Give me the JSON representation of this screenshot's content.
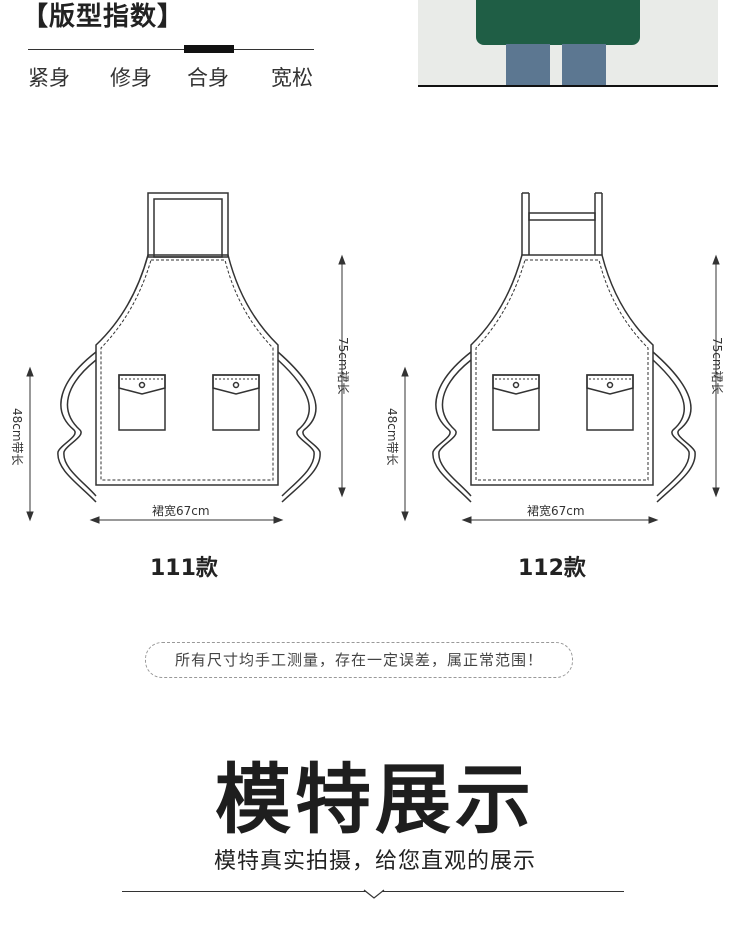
{
  "fit_index": {
    "title": "【版型指数】",
    "options": [
      "紧身",
      "修身",
      "合身",
      "宽松"
    ],
    "selected": "合身"
  },
  "diagrams": [
    {
      "style": "111款",
      "strap_type": "full-neck-loop",
      "length_label": "75cm裙长",
      "tie_label": "48cm带长",
      "width_label": "裙宽67cm"
    },
    {
      "style": "112款",
      "strap_type": "adjustable-neck-strap",
      "length_label": "75cm裙长",
      "tie_label": "48cm带长",
      "width_label": "裙宽67cm"
    }
  ],
  "note": "所有尺寸均手工测量，存在一定误差，属正常范围！",
  "model_section": {
    "title": "模特展示",
    "subtitle": "模特真实拍摄，给您直观的展示"
  },
  "colors": {
    "apron_green": "#1f5e45",
    "jeans": "#5c7791",
    "line": "#333333"
  }
}
